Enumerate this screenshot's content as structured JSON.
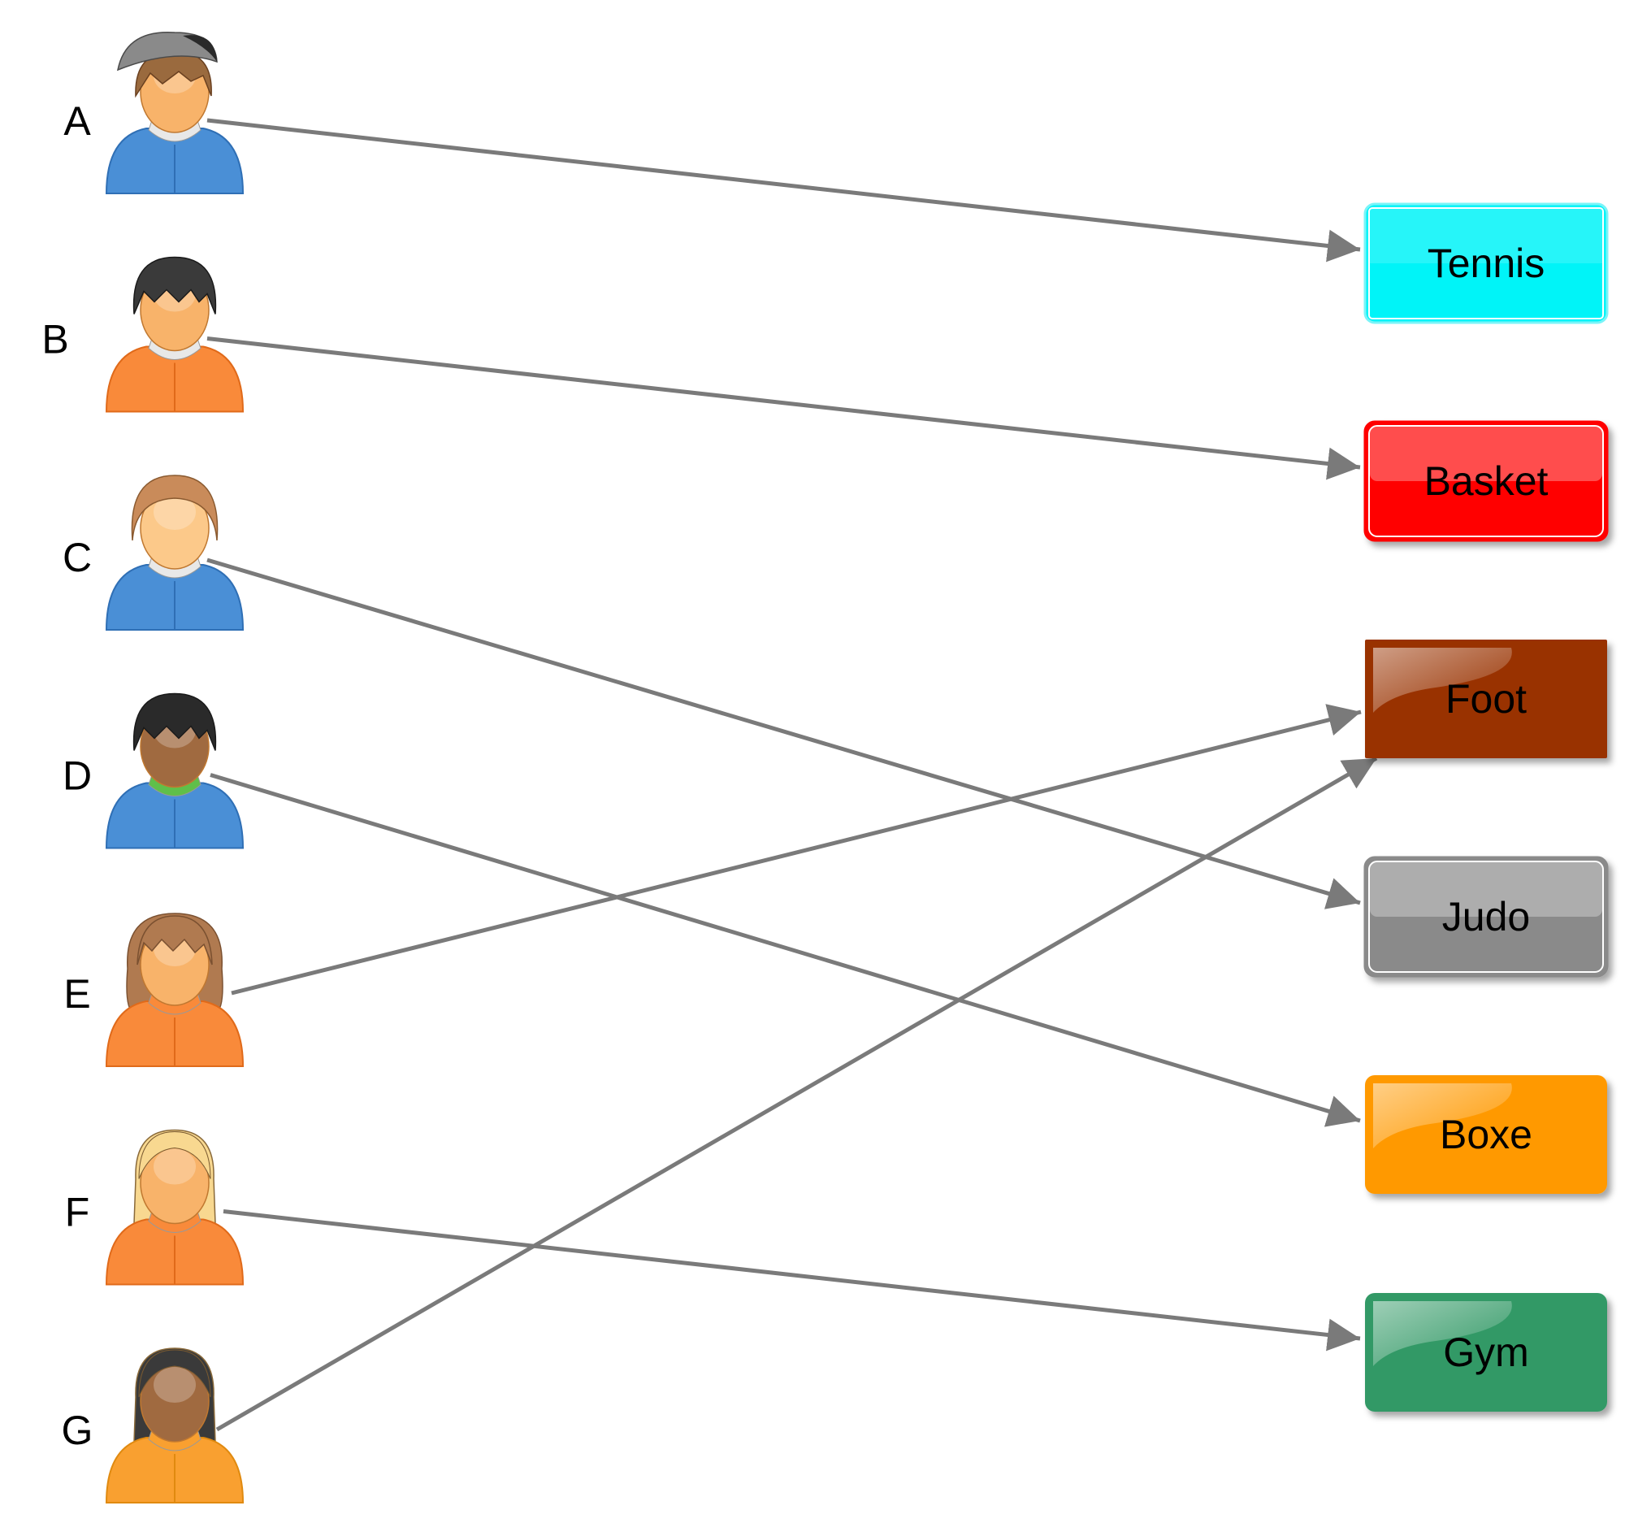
{
  "people": [
    {
      "id": "A",
      "label": "A",
      "hair": "#9a6a3e",
      "hair_style": "cap",
      "cap": "#8a8a8a",
      "shirt": "#4a8fd6",
      "shirt_dark": "#2f6fb5",
      "skin": "#f8b36a",
      "collar": "#e8e8e8"
    },
    {
      "id": "B",
      "label": "B",
      "hair": "#3a3a3a",
      "hair_style": "short",
      "shirt": "#f98a3a",
      "shirt_dark": "#e06a1a",
      "skin": "#f8b36a",
      "collar": "#e8e8e8"
    },
    {
      "id": "C",
      "label": "C",
      "hair": "#c98b5a",
      "hair_style": "round",
      "shirt": "#4a8fd6",
      "shirt_dark": "#2f6fb5",
      "skin": "#fcc98a",
      "collar": "#e8e8e8"
    },
    {
      "id": "D",
      "label": "D",
      "hair": "#2a2a2a",
      "hair_style": "short",
      "shirt": "#4a8fd6",
      "shirt_dark": "#2f6fb5",
      "skin": "#a06a40",
      "collar": "#5fbf4a"
    },
    {
      "id": "E",
      "label": "E",
      "hair": "#b07a50",
      "hair_style": "bob",
      "shirt": "#f98a3a",
      "shirt_dark": "#e06a1a",
      "skin": "#f8b36a",
      "collar": "#f98a3a"
    },
    {
      "id": "F",
      "label": "F",
      "hair": "#f8d890",
      "hair_style": "long",
      "shirt": "#f98a3a",
      "shirt_dark": "#e06a1a",
      "skin": "#f8b36a",
      "collar": "#f98a3a"
    },
    {
      "id": "G",
      "label": "G",
      "hair": "#3a3a3a",
      "hair_style": "long",
      "shirt": "#f9a030",
      "shirt_dark": "#e08a10",
      "skin": "#a06a40",
      "collar": "#f9a030"
    }
  ],
  "sports": [
    {
      "id": "tennis",
      "label": "Tennis",
      "color": "#00f4f8",
      "style": "outline"
    },
    {
      "id": "basket",
      "label": "Basket",
      "color": "#ff0000",
      "style": "gloss"
    },
    {
      "id": "foot",
      "label": "Foot",
      "color": "#993300",
      "style": "shine"
    },
    {
      "id": "judo",
      "label": "Judo",
      "color": "#8a8a8a",
      "style": "gloss"
    },
    {
      "id": "boxe",
      "label": "Boxe",
      "color": "#ff9900",
      "style": "shine"
    },
    {
      "id": "gym",
      "label": "Gym",
      "color": "#339966",
      "style": "shine"
    }
  ],
  "links": [
    {
      "from": "A",
      "to": "tennis"
    },
    {
      "from": "B",
      "to": "basket"
    },
    {
      "from": "C",
      "to": "judo"
    },
    {
      "from": "D",
      "to": "boxe"
    },
    {
      "from": "E",
      "to": "foot"
    },
    {
      "from": "F",
      "to": "gym"
    },
    {
      "from": "G",
      "to": "foot"
    }
  ],
  "colors": {
    "arrow": "#7a7a7a"
  }
}
